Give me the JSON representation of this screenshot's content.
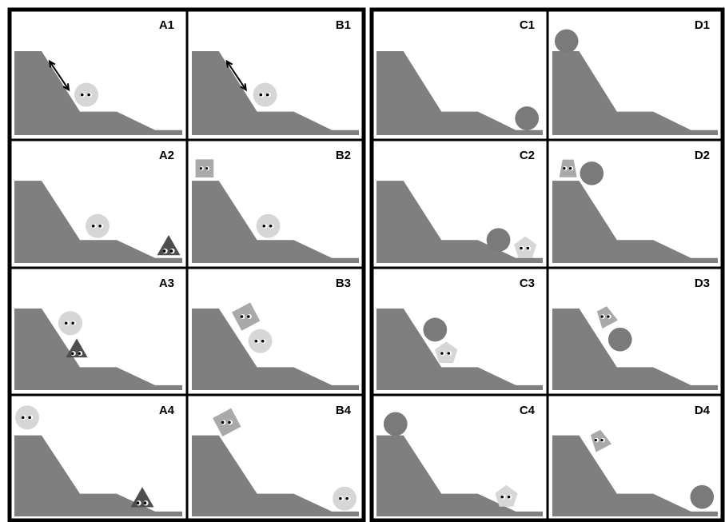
{
  "colors": {
    "border": "#000000",
    "background": "#ffffff",
    "slope": "#7f7f7f",
    "agent_light": "#d6d6d6",
    "agent_medium": "#a9a9a9",
    "agent_dark": "#4d4d4d",
    "agent_gray": "#7a7a7a",
    "eye": "#000000"
  },
  "groups": [
    {
      "panels": [
        {
          "label": "A1",
          "agents": [
            {
              "shape": "circle",
              "tone": "agent_light",
              "eyes": true
            }
          ],
          "arrow": true
        },
        {
          "label": "A2",
          "agents": [
            {
              "shape": "circle",
              "tone": "agent_light",
              "eyes": true
            },
            {
              "shape": "triangle",
              "tone": "agent_dark",
              "eyes": true
            }
          ]
        },
        {
          "label": "A3",
          "agents": [
            {
              "shape": "circle",
              "tone": "agent_light",
              "eyes": true
            },
            {
              "shape": "triangle",
              "tone": "agent_dark",
              "eyes": true
            }
          ]
        },
        {
          "label": "A4",
          "agents": [
            {
              "shape": "circle",
              "tone": "agent_light",
              "eyes": true
            },
            {
              "shape": "triangle",
              "tone": "agent_dark",
              "eyes": true
            }
          ]
        },
        {
          "label": "B1",
          "agents": [
            {
              "shape": "circle",
              "tone": "agent_light",
              "eyes": true
            }
          ],
          "arrow": true
        },
        {
          "label": "B2",
          "agents": [
            {
              "shape": "square",
              "tone": "agent_medium",
              "eyes": true
            },
            {
              "shape": "circle",
              "tone": "agent_light",
              "eyes": true
            }
          ]
        },
        {
          "label": "B3",
          "agents": [
            {
              "shape": "square",
              "tone": "agent_medium",
              "eyes": true
            },
            {
              "shape": "circle",
              "tone": "agent_light",
              "eyes": true
            }
          ]
        },
        {
          "label": "B4",
          "agents": [
            {
              "shape": "square",
              "tone": "agent_medium",
              "eyes": true
            },
            {
              "shape": "circle",
              "tone": "agent_light",
              "eyes": true
            }
          ]
        }
      ]
    },
    {
      "panels": [
        {
          "label": "C1",
          "agents": [
            {
              "shape": "circle",
              "tone": "agent_gray",
              "eyes": false
            }
          ]
        },
        {
          "label": "C2",
          "agents": [
            {
              "shape": "circle",
              "tone": "agent_gray",
              "eyes": false
            },
            {
              "shape": "pentagon",
              "tone": "agent_light",
              "eyes": true
            }
          ]
        },
        {
          "label": "C3",
          "agents": [
            {
              "shape": "circle",
              "tone": "agent_gray",
              "eyes": false
            },
            {
              "shape": "pentagon",
              "tone": "agent_light",
              "eyes": true
            }
          ]
        },
        {
          "label": "C4",
          "agents": [
            {
              "shape": "circle",
              "tone": "agent_gray",
              "eyes": false
            },
            {
              "shape": "pentagon",
              "tone": "agent_light",
              "eyes": true
            }
          ]
        },
        {
          "label": "D1",
          "agents": [
            {
              "shape": "circle",
              "tone": "agent_gray",
              "eyes": false
            }
          ]
        },
        {
          "label": "D2",
          "agents": [
            {
              "shape": "trapezoid",
              "tone": "agent_medium",
              "eyes": true
            },
            {
              "shape": "circle",
              "tone": "agent_gray",
              "eyes": false
            }
          ]
        },
        {
          "label": "D3",
          "agents": [
            {
              "shape": "trapezoid",
              "tone": "agent_medium",
              "eyes": true
            },
            {
              "shape": "circle",
              "tone": "agent_gray",
              "eyes": false
            }
          ]
        },
        {
          "label": "D4",
          "agents": [
            {
              "shape": "trapezoid",
              "tone": "agent_medium",
              "eyes": true
            },
            {
              "shape": "circle",
              "tone": "agent_gray",
              "eyes": false
            }
          ]
        }
      ]
    }
  ]
}
